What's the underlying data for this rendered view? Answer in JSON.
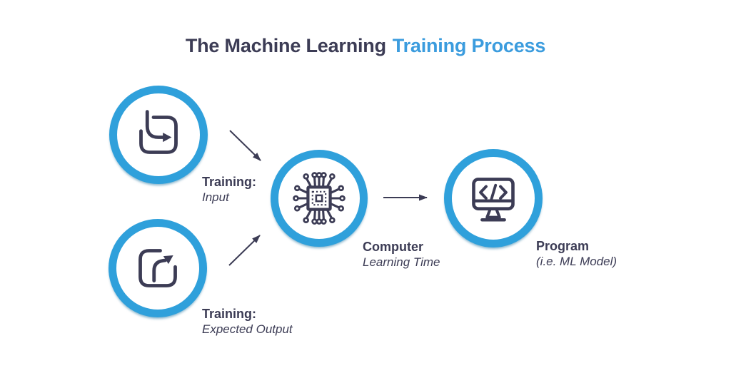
{
  "title": {
    "dark": "The Machine Learning",
    "accent": "Training Process"
  },
  "colors": {
    "navy_text": "#3C3C55",
    "title_accent_blue": "#3B9CDE",
    "circle_ring_blue": "#2FA0DB",
    "background": "#FFFFFF"
  },
  "nodes": [
    {
      "id": "training-input",
      "icon": "box-arrow-in-icon",
      "label_bold": "Training:",
      "label_italic": "Input"
    },
    {
      "id": "training-expected-output",
      "icon": "box-arrow-out-icon",
      "label_bold": "Training:",
      "label_italic": "Expected Output"
    },
    {
      "id": "computer",
      "icon": "cpu-chip-icon",
      "label_bold": "Computer",
      "label_italic": "Learning Time"
    },
    {
      "id": "program",
      "icon": "monitor-code-icon",
      "label_bold": "Program",
      "label_italic": "(i.e. ML Model)"
    }
  ],
  "connections": [
    {
      "from": "training-input",
      "to": "computer"
    },
    {
      "from": "training-expected-output",
      "to": "computer"
    },
    {
      "from": "computer",
      "to": "program"
    }
  ]
}
